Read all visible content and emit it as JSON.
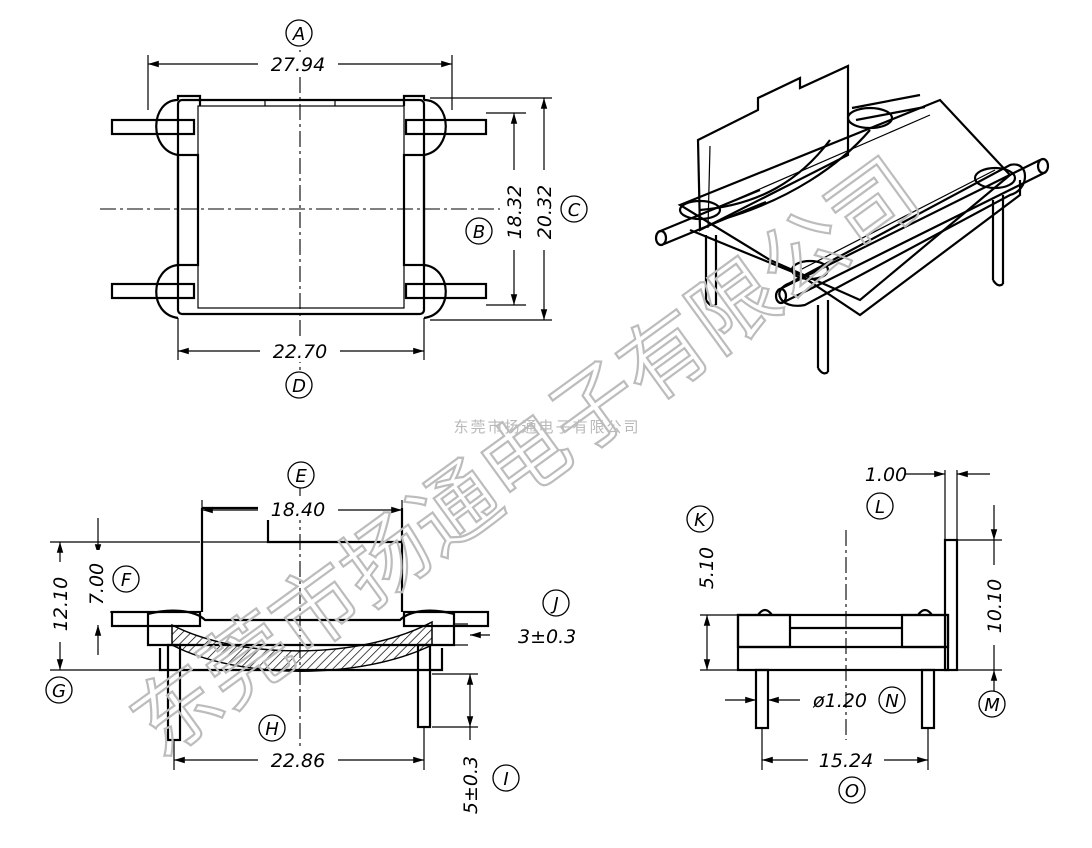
{
  "watermark": {
    "small": "东莞市扬通电子有限公司",
    "large": "东莞市扬通电子有限公司"
  },
  "top_view": {
    "dims": {
      "A": "27.94",
      "B": "18.32",
      "C": "20.32",
      "D": "22.70"
    },
    "labels": {
      "A": "A",
      "B": "B",
      "C": "C",
      "D": "D"
    }
  },
  "front_view": {
    "dims": {
      "E": "18.40",
      "F": "7.00",
      "G": "12.10",
      "H": "22.86",
      "I": "5±0.3",
      "J": "3±0.3"
    },
    "labels": {
      "E": "E",
      "F": "F",
      "G": "G",
      "H": "H",
      "I": "I",
      "J": "J"
    }
  },
  "side_view": {
    "dims": {
      "K": "5.10",
      "L": "1.00",
      "M": "10.10",
      "N": "ø1.20",
      "O": "15.24"
    },
    "labels": {
      "K": "K",
      "L": "L",
      "M": "M",
      "N": "N",
      "O": "O"
    }
  }
}
